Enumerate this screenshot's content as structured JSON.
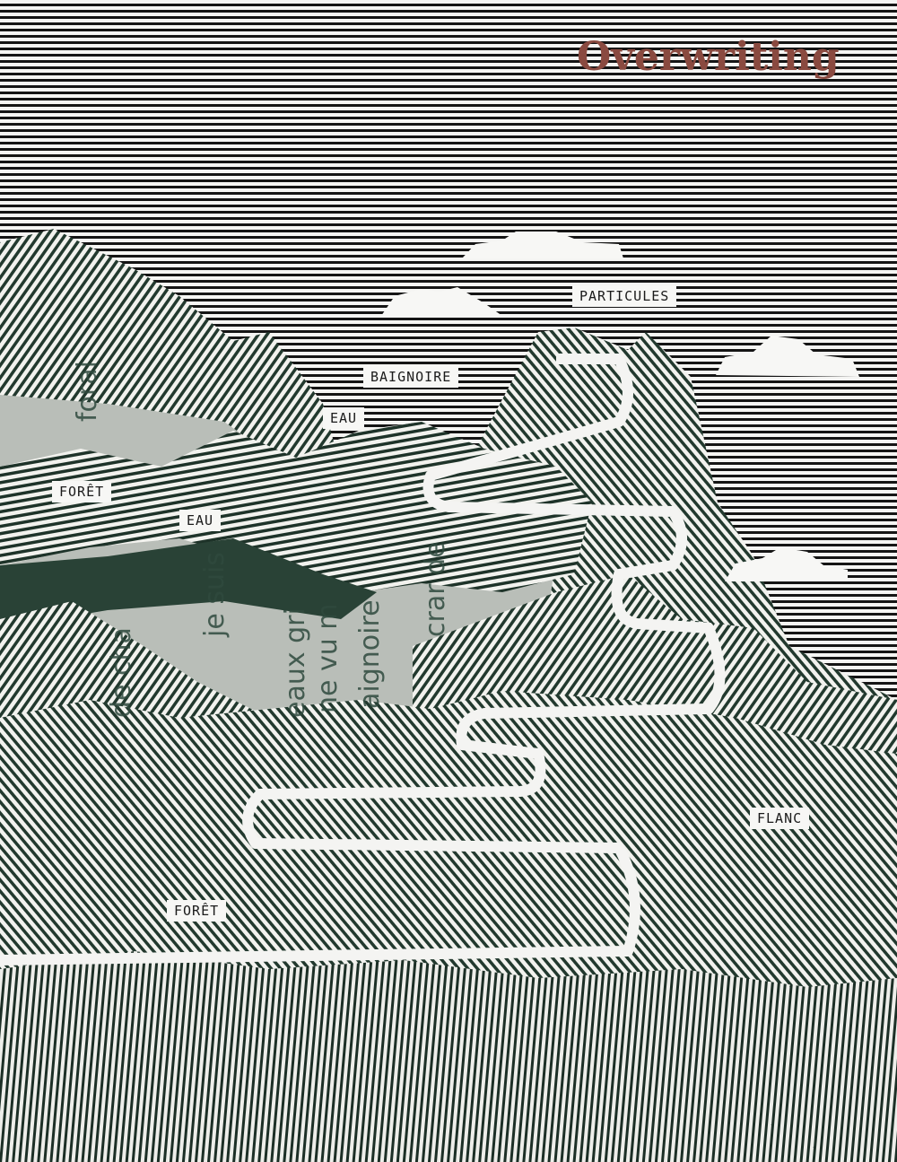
{
  "title": "Overwriting",
  "labels": {
    "particules": "PARTICULES",
    "baignoire": "BAIGNOIRE",
    "eau_top": "EAU",
    "foret_top": "FORÊT",
    "eau_mid": "EAU",
    "flanc": "FLANC",
    "foret_bottom": "FORÊT"
  },
  "collage_fragments": [
    "forai",
    "je suis",
    "eaux gri",
    "ne vu m",
    "aignoire",
    "crar de",
    "de cha"
  ],
  "colors": {
    "title": "#8a4a40",
    "ink": "#2f4a3e",
    "sky_lines": "#151515"
  }
}
